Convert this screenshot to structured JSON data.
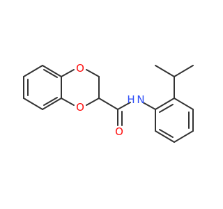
{
  "molecule": {
    "colors": {
      "background": "#ffffff",
      "bond": "#333333",
      "oxygen": "#ff0d0d",
      "nitrogen": "#3050f8"
    },
    "atom_labels": {
      "o_top": "O",
      "o_bottom": "O",
      "o_carbonyl": "O",
      "n_amide": "N",
      "h_amide": "H"
    }
  }
}
